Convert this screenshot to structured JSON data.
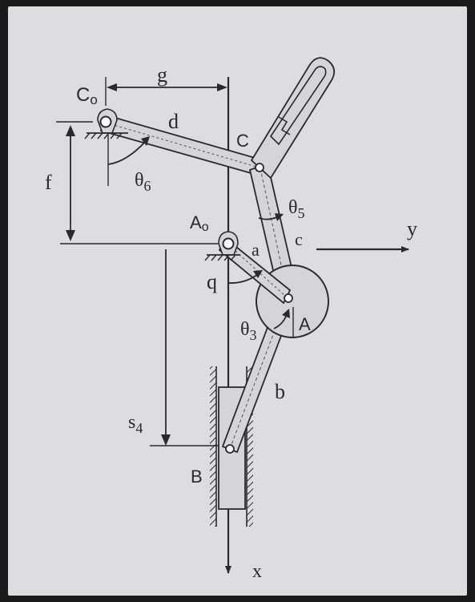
{
  "labels": {
    "co": "C",
    "co_sub": "o",
    "g": "g",
    "d": "d",
    "c_joint": "C",
    "f": "f",
    "theta6": "θ",
    "theta6_sub": "6",
    "theta5": "θ",
    "theta5_sub": "5",
    "ao": "A",
    "ao_sub": "o",
    "a": "a",
    "c_link": "c",
    "y": "y",
    "q": "q",
    "theta3": "θ",
    "theta3_sub": "3",
    "a_joint": "A",
    "b": "b",
    "s4": "s",
    "s4_sub": "4",
    "b_joint": "B",
    "x": "x"
  },
  "colors": {
    "paper": "#dcdde2",
    "ink": "#2a2a2a",
    "link_fill": "#d4d5da"
  }
}
